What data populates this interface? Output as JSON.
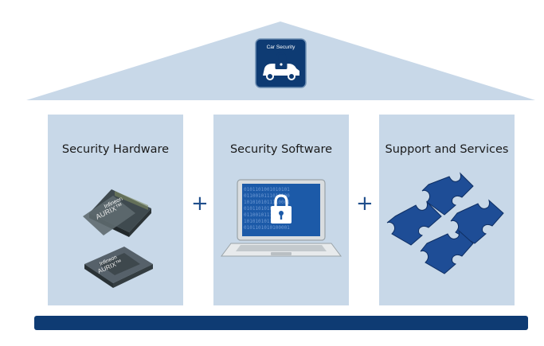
{
  "roof": {
    "badge_label": "Car Security",
    "icons": [
      "car-icon",
      "lock-icon"
    ]
  },
  "pillars": [
    {
      "title": "Security Hardware",
      "art": "chip-icon",
      "chip_brand": "Infineon",
      "chip_name": "AURIX™"
    },
    {
      "title": "Security Software",
      "art": "laptop-lock-icon",
      "screen_text": "0101101001010101011001011101010010101010111100010101101010100001"
    },
    {
      "title": "Support and Services",
      "art": "puzzle-icon"
    }
  ],
  "operators": [
    "+",
    "+"
  ],
  "colors": {
    "pillar": "#c8d8e8",
    "roof": "#c8d8e8",
    "accent": "#0e3b73",
    "plus": "#1f4e8c"
  }
}
